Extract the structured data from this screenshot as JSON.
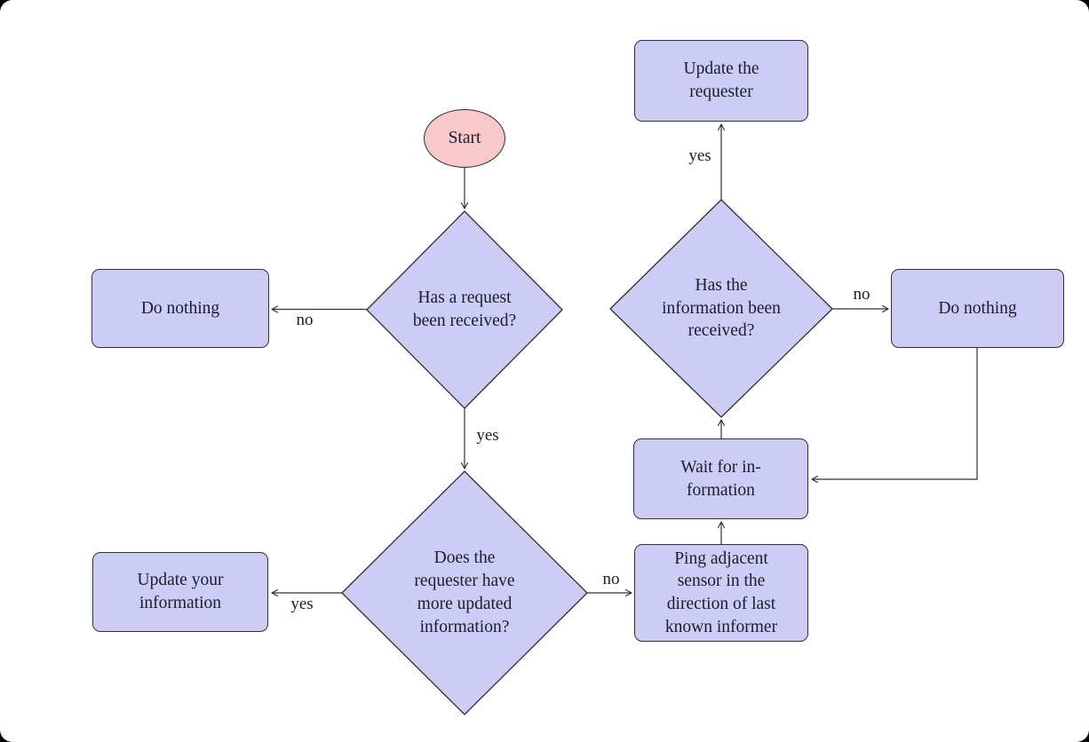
{
  "diagram": {
    "type": "flowchart",
    "nodes": {
      "start": {
        "shape": "ellipse",
        "label": "Start"
      },
      "request_received": {
        "shape": "diamond",
        "label": "Has a request\nbeen received?"
      },
      "do_nothing_left": {
        "shape": "rect",
        "label": "Do nothing"
      },
      "more_updated_info": {
        "shape": "diamond",
        "label": "Does the\nrequester have\nmore updated\ninformation?"
      },
      "update_your_information": {
        "shape": "rect",
        "label": "Update your\ninformation"
      },
      "ping_adjacent_sensor": {
        "shape": "rect",
        "label": "Ping adjacent\nsensor in the\ndirection of last\nknown informer"
      },
      "wait_for_information": {
        "shape": "rect",
        "label": "Wait for in-\nformation"
      },
      "information_received": {
        "shape": "diamond",
        "label": "Has the\ninformation been\nreceived?"
      },
      "update_the_requester": {
        "shape": "rect",
        "label": "Update the\nrequester"
      },
      "do_nothing_right": {
        "shape": "rect",
        "label": "Do nothing"
      }
    },
    "edges": [
      {
        "from": "start",
        "to": "request_received",
        "label": ""
      },
      {
        "from": "request_received",
        "to": "do_nothing_left",
        "label": "no"
      },
      {
        "from": "request_received",
        "to": "more_updated_info",
        "label": "yes"
      },
      {
        "from": "more_updated_info",
        "to": "update_your_information",
        "label": "yes"
      },
      {
        "from": "more_updated_info",
        "to": "ping_adjacent_sensor",
        "label": "no"
      },
      {
        "from": "ping_adjacent_sensor",
        "to": "wait_for_information",
        "label": ""
      },
      {
        "from": "wait_for_information",
        "to": "information_received",
        "label": ""
      },
      {
        "from": "information_received",
        "to": "update_the_requester",
        "label": "yes"
      },
      {
        "from": "information_received",
        "to": "do_nothing_right",
        "label": "no"
      },
      {
        "from": "do_nothing_right",
        "to": "wait_for_information",
        "label": ""
      }
    ],
    "colors": {
      "node_fill": "#ccccf5",
      "start_fill": "#f9c8c8",
      "stroke": "#303030",
      "text": "#1c1c2e",
      "canvas_bg": "#ffffff",
      "page_bg": "#000000"
    }
  }
}
